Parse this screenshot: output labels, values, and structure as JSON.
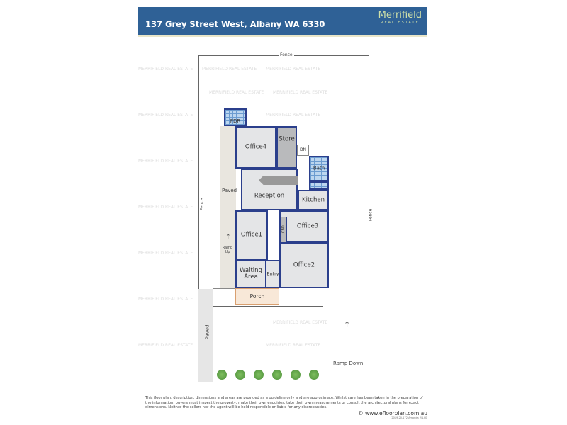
{
  "header": {
    "title": "137 Grey Street West, Albany WA 6330",
    "logo_name": "Merrifield",
    "logo_sub": "REAL ESTATE",
    "color": "#2f6196"
  },
  "watermark": "MERRIFIELD REAL ESTATE",
  "plan": {
    "fence_top": "Fence",
    "fence_left": "Fence",
    "fence_right": "Fence",
    "rooms": {
      "pdr": "PDR",
      "office4": "Office4",
      "store": "Store",
      "dn": "DN",
      "bath": "Bath",
      "reception": "Reception",
      "kitchen": "Kitchen",
      "office3": "Office3",
      "cbd": "CBD",
      "office1": "Office1",
      "office2": "Office2",
      "waiting": "Waiting Area",
      "entry": "Entry",
      "porch": "Porch"
    },
    "paved_upper": "Paved",
    "paved_lower": "Paved",
    "ramp_up": "Ramp Up",
    "ramp_down": "Ramp Down"
  },
  "footer": {
    "disclaimer": "This floor plan, description, dimensions and areas are provided as a guideline only and are approximate. Whilst care has been taken in the preparation of the information, buyers must inspect the property, make their own enquiries, take their own measurements or consult the architectural plans for exact dimensions. Neither the sellers nor the agent will be held responsible or liable for any discrepancies.",
    "url": "© www.efloorplan.com.au",
    "ref": "2019-20-172 Amanda P.N.H1"
  }
}
